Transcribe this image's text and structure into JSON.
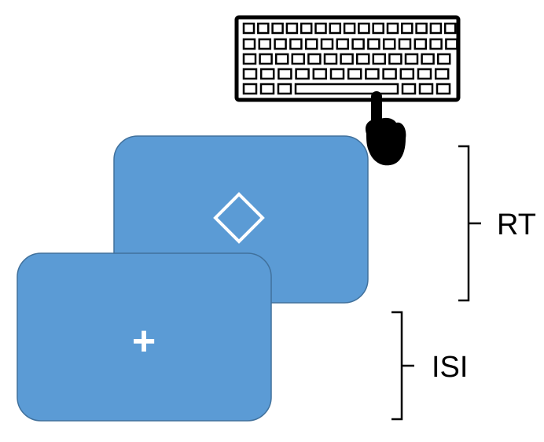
{
  "labels": {
    "rt": "RT",
    "isi": "ISI"
  },
  "screens": {
    "front_symbol": "+",
    "back_symbol": "diamond"
  },
  "icons": {
    "keyboard": "keyboard-icon",
    "hand": "pointing-hand-icon"
  },
  "colors": {
    "screen_fill": "#5B9BD5",
    "screen_stroke": "#41719C",
    "symbol": "#ffffff",
    "ink": "#000000"
  }
}
